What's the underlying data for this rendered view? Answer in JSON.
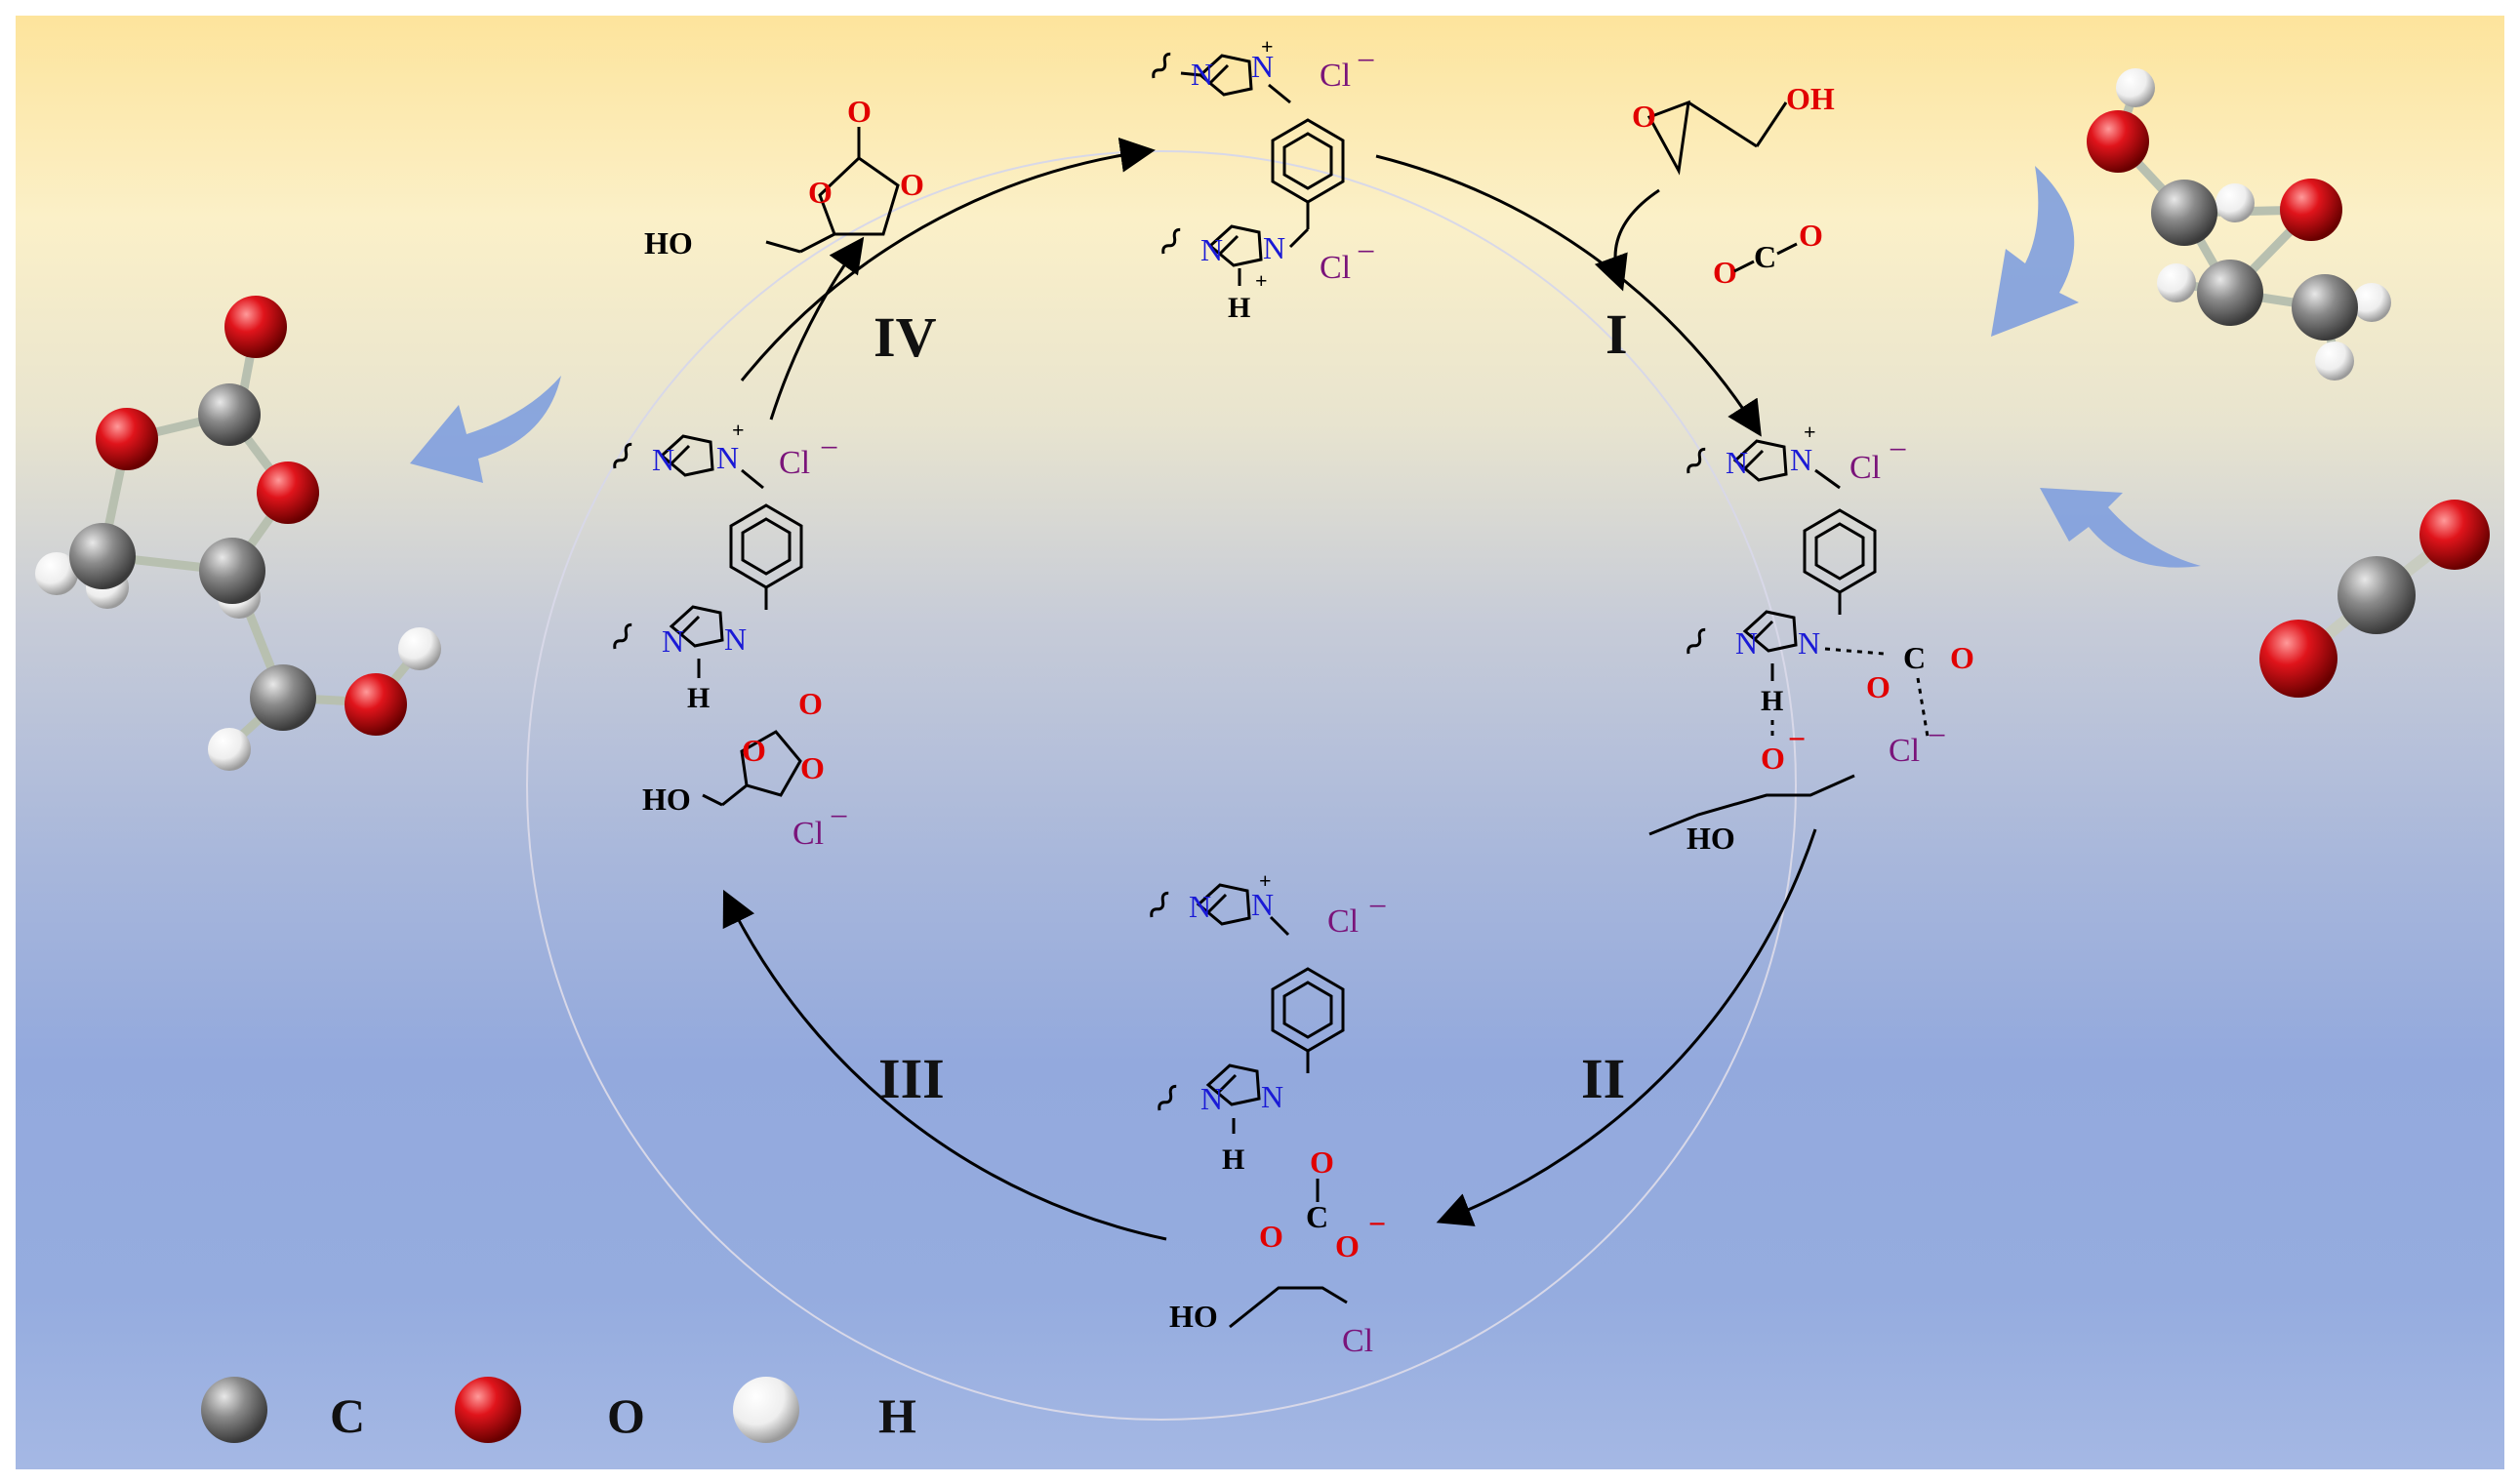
{
  "steps": [
    "I",
    "II",
    "III",
    "IV"
  ],
  "atoms": {
    "N": "N",
    "N_plus": "N",
    "plus": "+",
    "minus": "−",
    "H": "H",
    "Cl": "Cl",
    "O": "O",
    "OH": "OH",
    "HO": "HO",
    "C": "C"
  },
  "legend": [
    {
      "label": "C",
      "color": "#6e6e6e"
    },
    {
      "label": "O",
      "color": "#e0141b"
    },
    {
      "label": "H",
      "color": "#ffffff"
    }
  ],
  "colors": {
    "nitrogen": "#1a1ad6",
    "oxygen": "#e10000",
    "chlorine": "#7a147a",
    "arrow_blue": "#7f9fde"
  }
}
